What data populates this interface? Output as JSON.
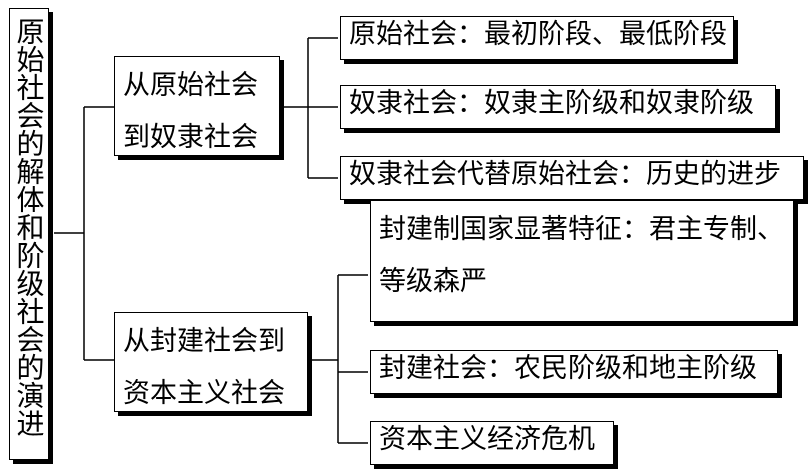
{
  "root": {
    "label": "原始社会的解体和阶级社会的演进"
  },
  "branch1": {
    "line1": "从原始社会",
    "line2": "到奴隶社会",
    "leaves": [
      "原始社会：最初阶段、最低阶段",
      "奴隶社会：奴隶主阶级和奴隶阶级",
      "奴隶社会代替原始社会：历史的进步"
    ]
  },
  "branch2": {
    "line1": "从封建社会到",
    "line2": "资本主义社会",
    "leaf1_line1": "封建制国家显著特征：君主专制、",
    "leaf1_line2": "等级森严",
    "leaf2": "封建社会：农民阶级和地主阶级",
    "leaf3": "资本主义经济危机"
  }
}
